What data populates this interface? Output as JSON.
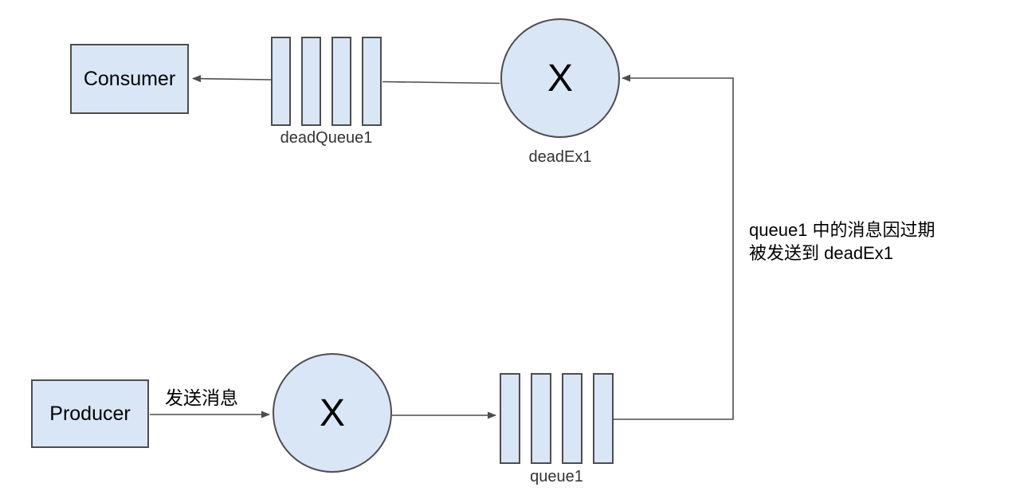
{
  "diagram": {
    "colors": {
      "background": "#ffffff",
      "shape_fill": "#d9e6f6",
      "shape_stroke": "#4d4d4d",
      "connector": "#4d4d4d",
      "node_text": "#000000",
      "shape_label_text": "#333333"
    },
    "nodes": {
      "consumer": {
        "label": "Consumer"
      },
      "producer": {
        "label": "Producer"
      },
      "dead_queue": {
        "label": "deadQueue1"
      },
      "queue": {
        "label": "queue1"
      },
      "dead_exchange": {
        "label": "deadEx1",
        "symbol": "X"
      },
      "exchange": {
        "symbol": "X"
      }
    },
    "edges": {
      "producer_to_exchange": {
        "label": "发送消息"
      },
      "queue_to_dead_exchange": {
        "note_line1": "queue1 中的消息因过期",
        "note_line2": "被发送到 deadEx1"
      }
    }
  }
}
